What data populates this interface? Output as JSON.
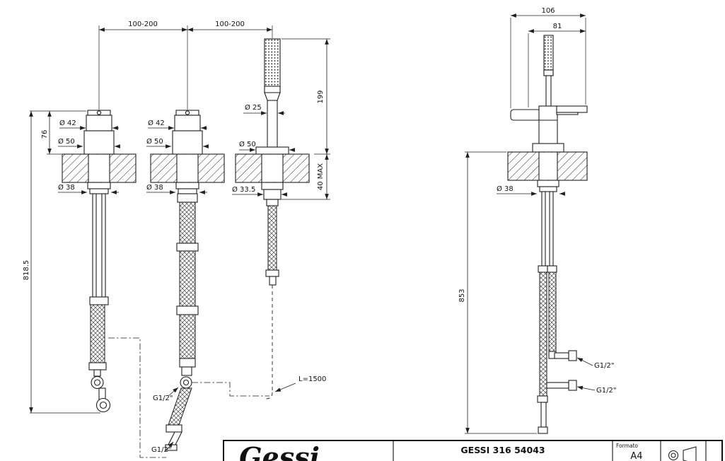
{
  "front_view": {
    "spacing_left": "100-200",
    "spacing_right": "100-200",
    "mixer1": {
      "d_top": "Ø 42",
      "d_base": "Ø 50",
      "d_under": "Ø 38"
    },
    "mixer2": {
      "d_top": "Ø 42",
      "d_base": "Ø 50",
      "d_under": "Ø 38"
    },
    "handshower": {
      "d_head": "Ø 25",
      "d_base": "Ø 50",
      "d_under": "Ø 33.5",
      "height": "199",
      "hose_length": "L=1500"
    },
    "body_height": "76",
    "deck_max": "40 MAX",
    "total_length": "818.5",
    "conn_side": "G1/2\"",
    "conn_bottom": "G1/2\""
  },
  "side_view": {
    "width_total": "106",
    "width_handle": "81",
    "d_under": "Ø 38",
    "total_length": "853",
    "conn_top": "G1/2\"",
    "conn_bottom": "G1/2\""
  },
  "title_block": {
    "logo_text": "Gessi",
    "drawing_code": "GESSI 316 54043",
    "format_label": "Formato",
    "format_value": "A4"
  }
}
